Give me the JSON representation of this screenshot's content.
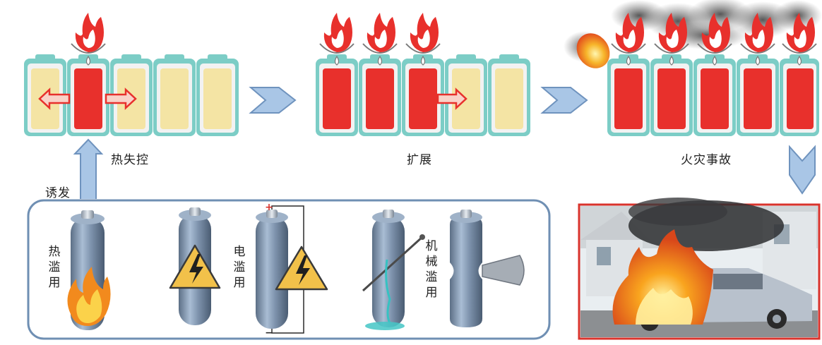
{
  "stages": [
    {
      "id": "thermal-runaway",
      "label": "热失控"
    },
    {
      "id": "propagation",
      "label": "扩展"
    },
    {
      "id": "fire-accident",
      "label": "火灾事故"
    }
  ],
  "trigger_label": "诱发",
  "abuse_types": [
    {
      "id": "thermal-abuse",
      "label": "热滥用"
    },
    {
      "id": "electrical-abuse",
      "label": "电滥用"
    },
    {
      "id": "mechanical-abuse",
      "label": "机械滥用"
    }
  ],
  "polarity": {
    "positive": "+",
    "negative": "−"
  },
  "colors": {
    "cell_frame": "#7ccdc6",
    "cell_bg": "#f2f2f2",
    "cell_normal": "#f4e4a4",
    "cell_runaway": "#e8302c",
    "arrow_fill": "#a9c6e6",
    "arrow_stroke": "#6f93be",
    "panel_border": "#6f8fb3",
    "photo_border": "#d9332c"
  }
}
